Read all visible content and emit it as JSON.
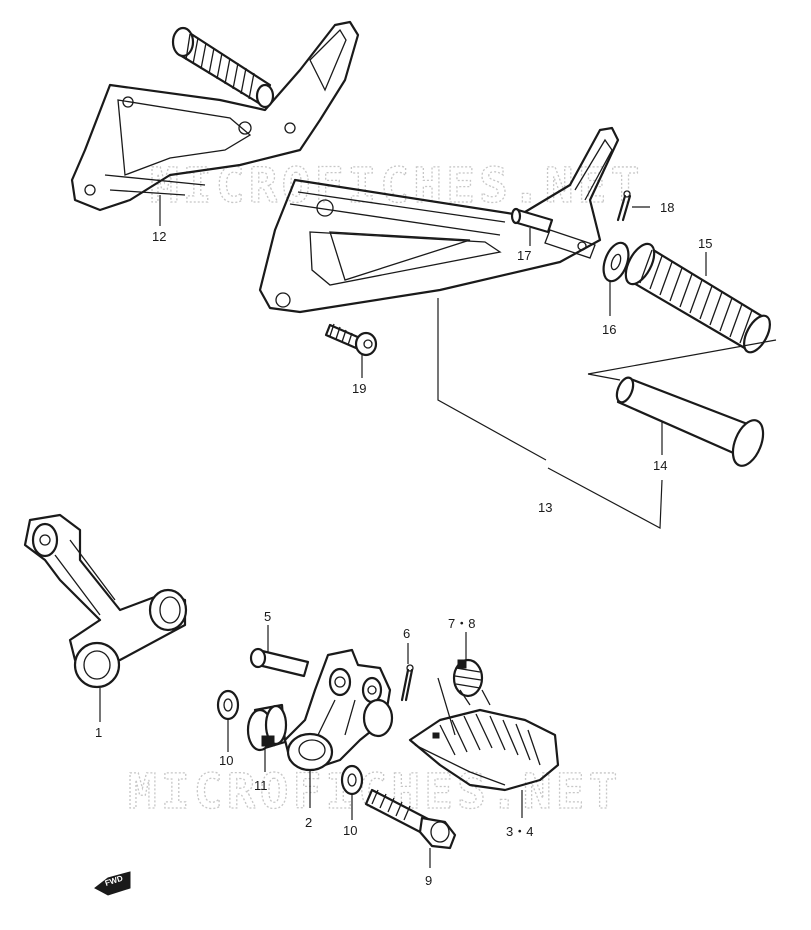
{
  "watermark": {
    "top": "MICROFICHES.NET",
    "bottom": "MICROFICHES.NET"
  },
  "callouts": {
    "c1": "1",
    "c2": "2",
    "c3_4": "3・4",
    "c5": "5",
    "c6": "6",
    "c7_8": "7・8",
    "c9": "9",
    "c10a": "10",
    "c10b": "10",
    "c11": "11",
    "c12": "12",
    "c13": "13",
    "c14": "14",
    "c15": "15",
    "c16": "16",
    "c17": "17",
    "c18": "18",
    "c19": "19"
  },
  "direction_badge": {
    "label": "FWD",
    "icon": "arrow-left-icon"
  },
  "colors": {
    "line": "#1a1a1a",
    "watermark": "#c7c7c7",
    "background": "#ffffff"
  }
}
